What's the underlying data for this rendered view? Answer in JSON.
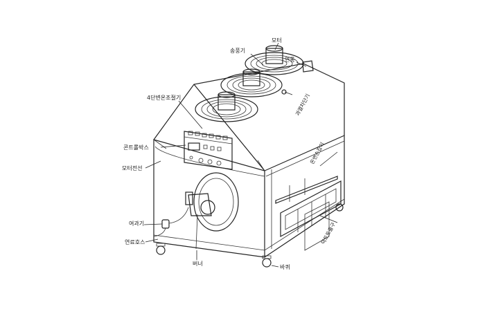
{
  "labels": {
    "motor": "모터",
    "blower": "송풍기",
    "chimney": "연통",
    "overheat_breaker": "과열차단기",
    "thermostat_4stage": "4단변온조절기",
    "control_box": "콘트롤박스",
    "motor_wire": "모터전선",
    "air_guide_handle": "온변손잡이",
    "filter": "여과기",
    "fuel_hose": "연료호스",
    "burner": "버너",
    "duct_outlet": "덕트토출구",
    "wheel": "바퀴"
  }
}
